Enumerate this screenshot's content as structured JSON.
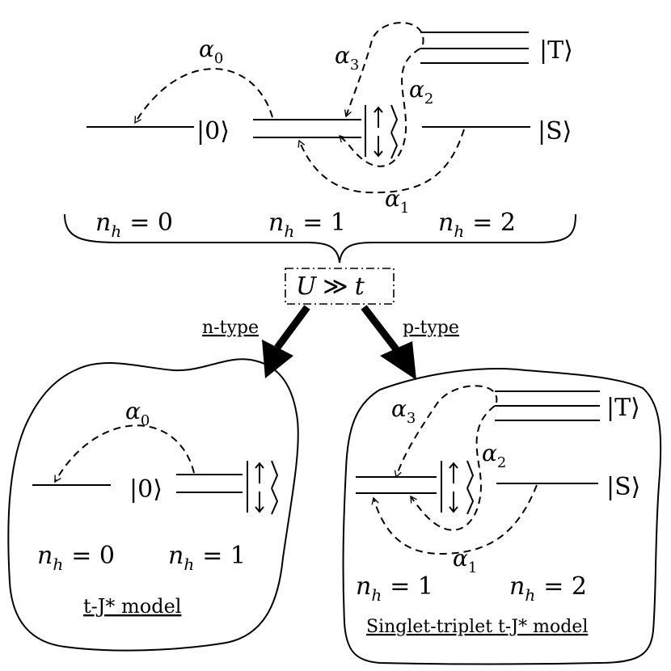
{
  "top": {
    "ket_zero": "|0⟩",
    "ket_T": "|T⟩",
    "ket_S": "|S⟩",
    "alpha0": "α",
    "alpha0_sub": "0",
    "alpha1": "α",
    "alpha1_sub": "1",
    "alpha2": "α",
    "alpha2_sub": "2",
    "alpha3": "α",
    "alpha3_sub": "3",
    "nh0_var": "n",
    "nh0_sub": "h",
    "nh0_rhs": "= 0",
    "nh1_var": "n",
    "nh1_sub": "h",
    "nh1_rhs": "= 1",
    "nh2_var": "n",
    "nh2_sub": "h",
    "nh2_rhs": "= 2"
  },
  "condition": {
    "U": "U",
    "gg": "≫",
    "t": "t"
  },
  "arrows": {
    "left_label": "n-type",
    "right_label": "p-type"
  },
  "left_panel": {
    "alpha0": "α",
    "alpha0_sub": "0",
    "ket_zero": "|0⟩",
    "nh0_var": "n",
    "nh0_sub": "h",
    "nh0_rhs": "= 0",
    "nh1_var": "n",
    "nh1_sub": "h",
    "nh1_rhs": "= 1",
    "model_label": "t-J* model"
  },
  "right_panel": {
    "ket_T": "|T⟩",
    "ket_S": "|S⟩",
    "alpha1": "α",
    "alpha1_sub": "1",
    "alpha2": "α",
    "alpha2_sub": "2",
    "alpha3": "α",
    "alpha3_sub": "3",
    "nh1_var": "n",
    "nh1_sub": "h",
    "nh1_rhs": "= 1",
    "nh2_var": "n",
    "nh2_sub": "h",
    "nh2_rhs": "= 2",
    "model_label": "Singlet-triplet t-J* model"
  }
}
